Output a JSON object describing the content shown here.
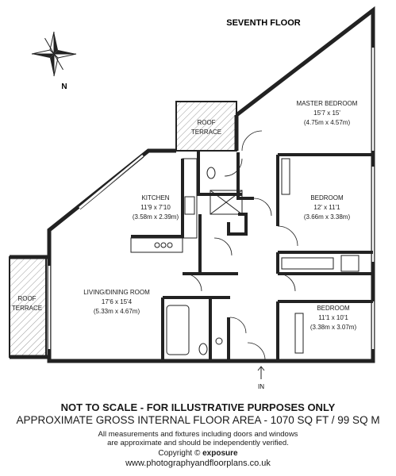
{
  "floor_title": "SEVENTH FLOOR",
  "compass": {
    "north_label": "N"
  },
  "rooms": {
    "master_bedroom": {
      "name": "MASTER BEDROOM",
      "imperial": "15'7 x 15'",
      "metric": "(4.75m x 4.57m)"
    },
    "roof_terrace_top": {
      "line1": "ROOF",
      "line2": "TERRACE"
    },
    "kitchen": {
      "name": "KITCHEN",
      "imperial": "11'9 x 7'10",
      "metric": "(3.58m x 2.39m)"
    },
    "bedroom_2": {
      "name": "BEDROOM",
      "imperial": "12' x 11'1",
      "metric": "(3.66m x 3.38m)"
    },
    "living_dining": {
      "name": "LIVING/DINING ROOM",
      "imperial": "17'6 x 15'4",
      "metric": "(5.33m x 4.67m)"
    },
    "roof_terrace_left": {
      "line1": "ROOF",
      "line2": "TERRACE"
    },
    "bedroom_3": {
      "name": "BEDROOM",
      "imperial": "11'1 x 10'1",
      "metric": "(3.38m x 3.07m)"
    }
  },
  "entrance_label": "IN",
  "footer": {
    "disclaimer": "NOT TO SCALE - FOR ILLUSTRATIVE PURPOSES ONLY",
    "area": "APPROXIMATE GROSS INTERNAL FLOOR AREA - 1070 SQ FT / 99 SQ M",
    "note_line1": "All measurements and fixtures including doors and windows",
    "note_line2": "are approximate and should be independently verified.",
    "copyright_prefix": "Copyright ©",
    "copyright_brand": "exposure",
    "website": "www.photographyandfloorplans.co.uk"
  }
}
